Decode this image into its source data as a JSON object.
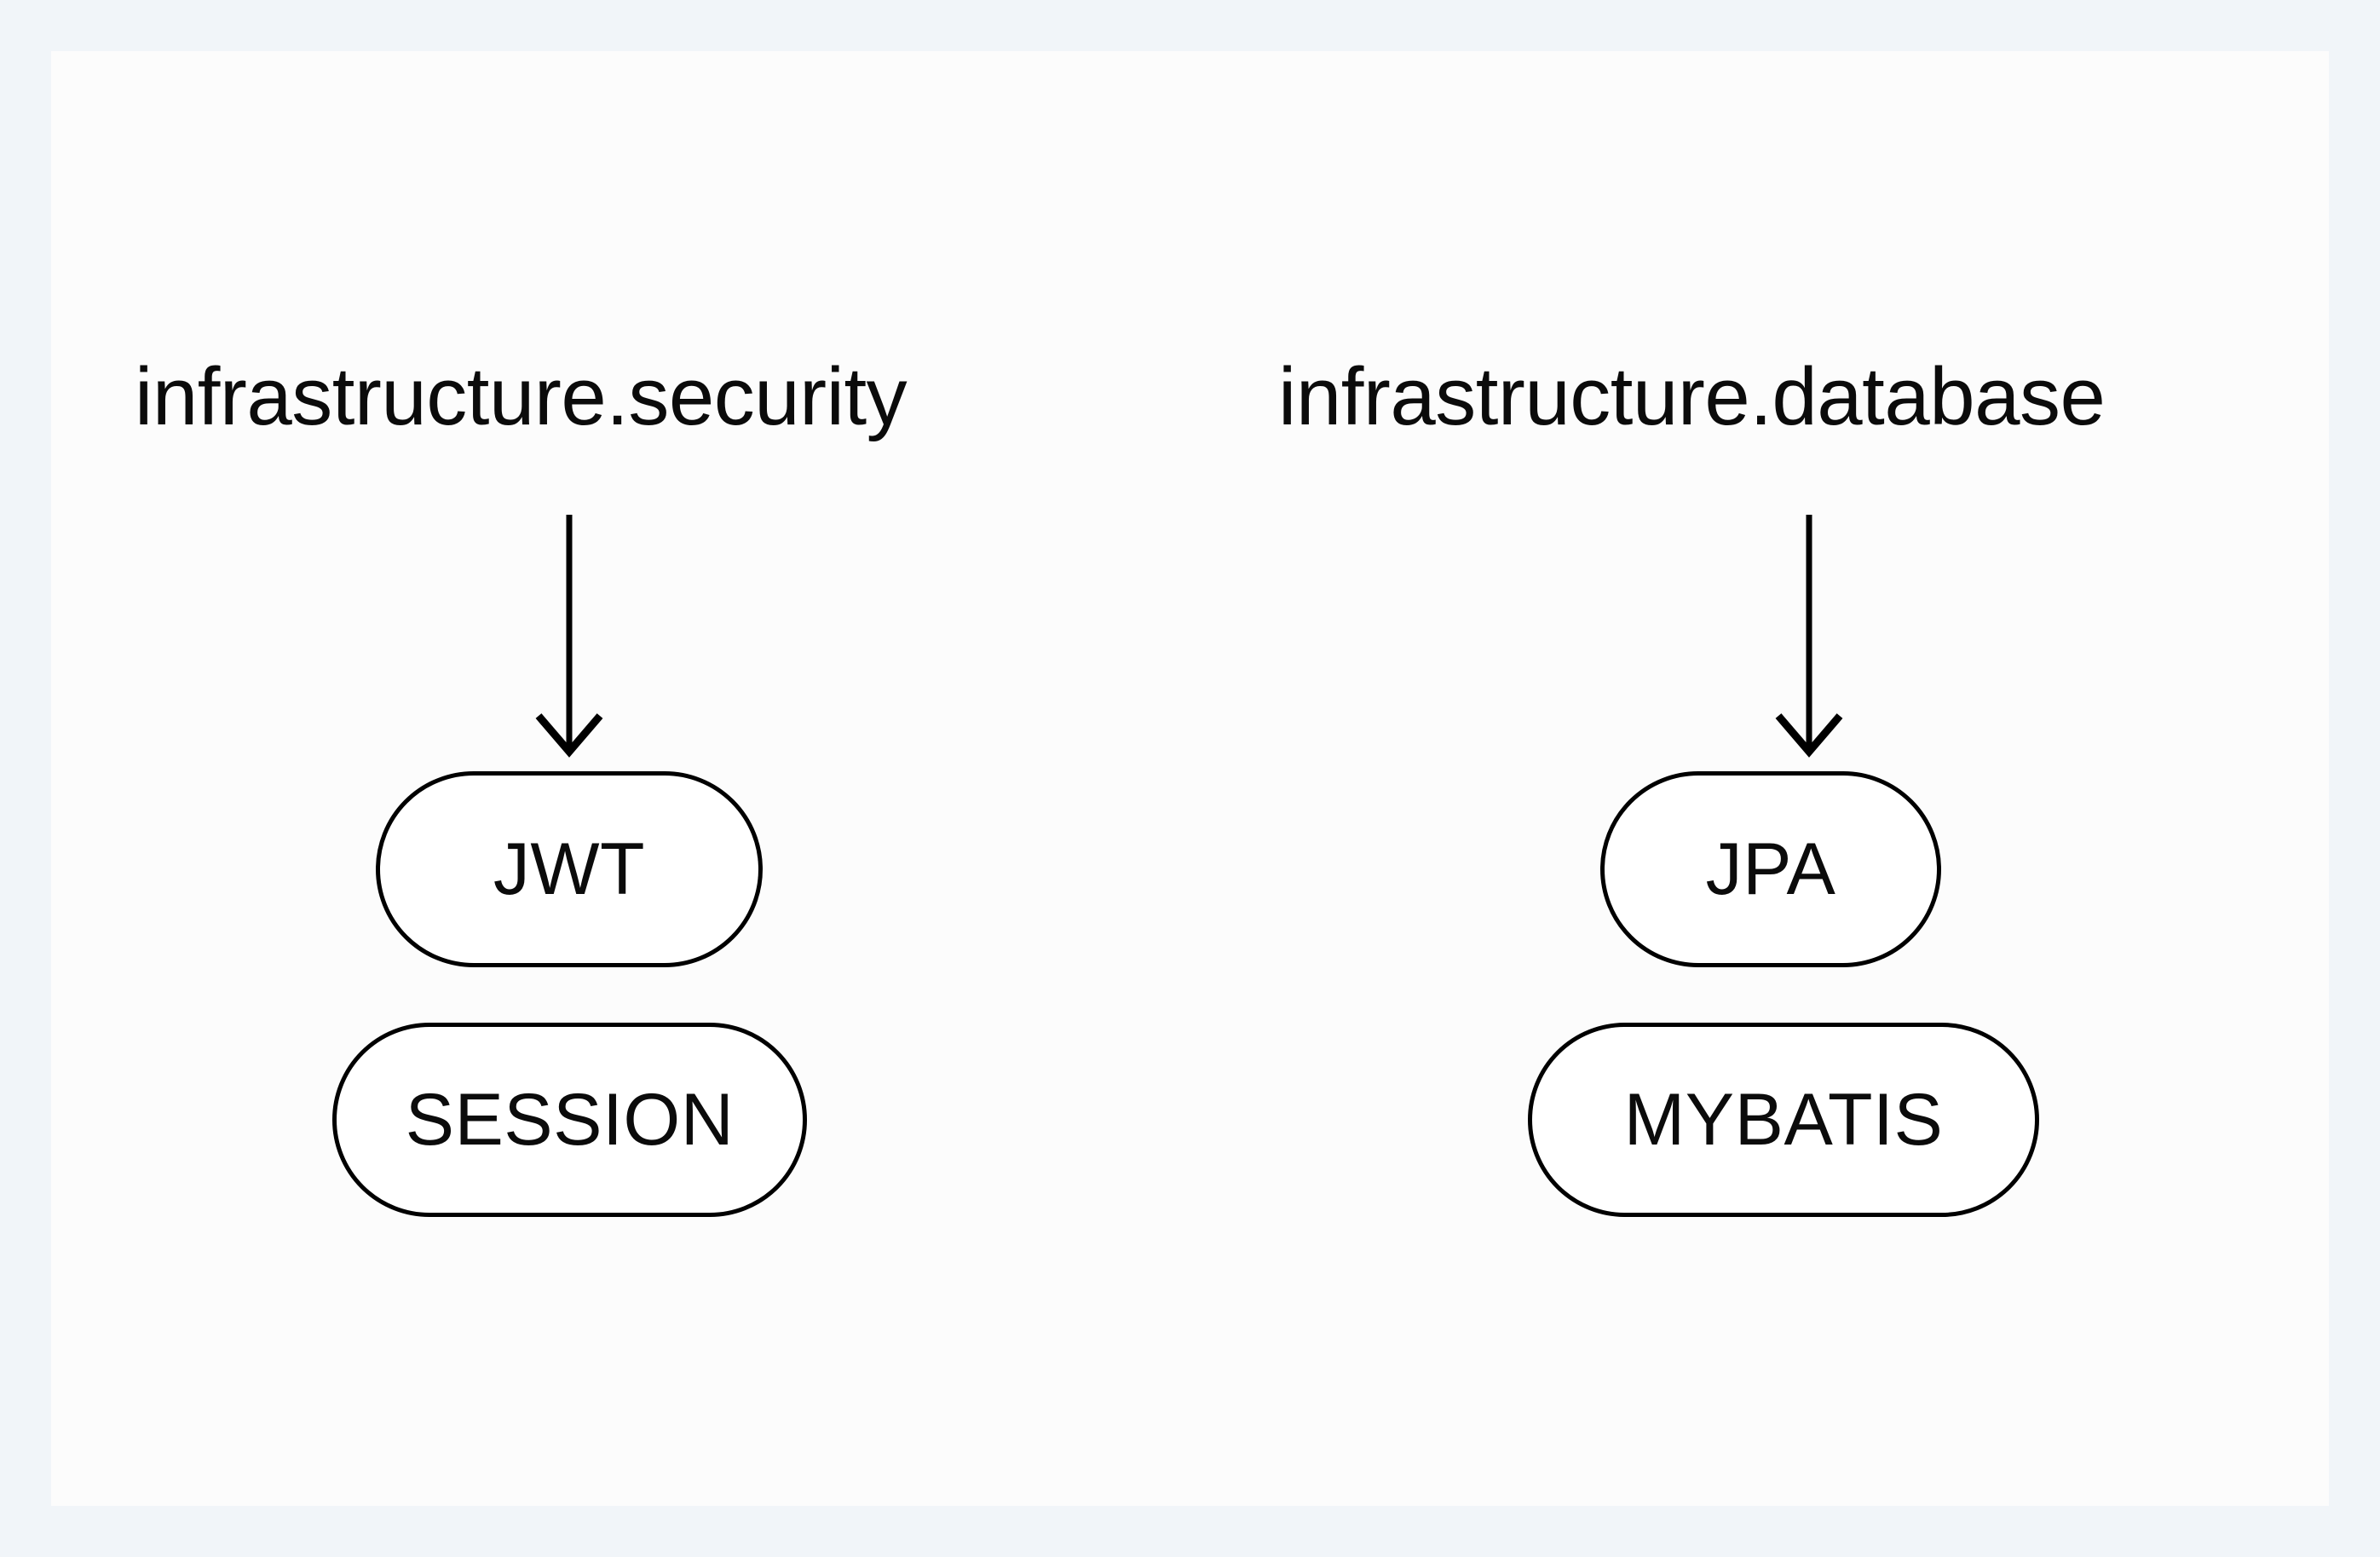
{
  "canvas": {
    "background_color": "#f1f5f9",
    "panel_color": "#fcfcfc",
    "stroke_color": "#000000",
    "text_color": "#0b0b0b"
  },
  "diagram": {
    "type": "flowchart",
    "direction": "top-down",
    "clusters": [
      {
        "id": "security",
        "label": "infrastructure.security",
        "edge_icon": "down-arrow-icon",
        "nodes": [
          {
            "id": "jwt",
            "label": "JWT",
            "shape": "stadium"
          },
          {
            "id": "session",
            "label": "SESSION",
            "shape": "stadium"
          }
        ]
      },
      {
        "id": "database",
        "label": "infrastructure.database",
        "edge_icon": "down-arrow-icon",
        "nodes": [
          {
            "id": "jpa",
            "label": "JPA",
            "shape": "stadium"
          },
          {
            "id": "mybatis",
            "label": "MYBATIS",
            "shape": "stadium"
          }
        ]
      }
    ]
  }
}
